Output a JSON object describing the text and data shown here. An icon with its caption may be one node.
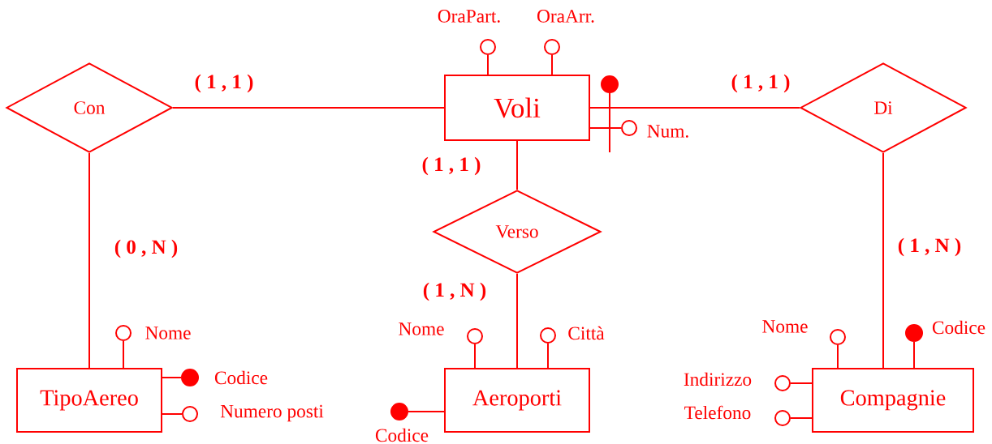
{
  "diagram": {
    "nodes": [
      {
        "text": [
          "Con"
        ]
      },
      {
        "text": [
          "Voli"
        ]
      },
      {
        "text": [
          "Di"
        ]
      },
      {
        "text": [
          "Verso"
        ]
      },
      {
        "text": [
          "TipoAereo"
        ]
      },
      {
        "text": [
          "Aeroporti"
        ]
      },
      {
        "text": [
          "Compagnie"
        ]
      },
      {
        "text": [],
        "shape": "circle",
        "beside": [
          "OraPart."
        ]
      },
      {
        "text": [],
        "shape": "circle",
        "beside": [
          "OraArr."
        ]
      },
      {
        "text": [],
        "shape": "dot"
      },
      {
        "text": [],
        "shape": "circle",
        "beside": [
          "Num."
        ]
      },
      {
        "text": [],
        "shape": "circle",
        "beside": [
          "Nome"
        ]
      },
      {
        "text": [],
        "shape": "dot",
        "beside": [
          "Codice"
        ]
      },
      {
        "text": [],
        "shape": "circle",
        "beside": [
          "Numero posti"
        ]
      },
      {
        "text": [],
        "shape": "circle",
        "beside": [
          "Nome"
        ]
      },
      {
        "text": [],
        "shape": "circle",
        "beside": [
          "Città"
        ]
      },
      {
        "text": [],
        "shape": "dot",
        "beside": [
          "Codice"
        ]
      },
      {
        "text": [],
        "shape": "circle",
        "beside": [
          "Nome"
        ]
      },
      {
        "text": [],
        "shape": "dot",
        "beside": [
          "Codice"
        ]
      },
      {
        "text": [],
        "shape": "circle",
        "beside": [
          "Indirizzo"
        ]
      },
      {
        "text": [],
        "shape": "circle",
        "beside": [
          "Telefono"
        ]
      }
    ],
    "edges": [
      {
        "from": 0,
        "to": 1,
        "arrow": "none",
        "label": "( 1 , 1 )"
      },
      {
        "from": 0,
        "to": 4,
        "arrow": "none",
        "label": "( 0 , N )"
      },
      {
        "from": 1,
        "to": 2,
        "arrow": "none",
        "label": "( 1 , 1 )"
      },
      {
        "from": 1,
        "to": 3,
        "arrow": "none",
        "label": "( 1 , 1 )"
      },
      {
        "from": 3,
        "to": 5,
        "arrow": "none",
        "label": "( 1 , N )"
      },
      {
        "from": 2,
        "to": 6,
        "arrow": "none",
        "label": "( 1 , N )"
      },
      {
        "from": 1,
        "to": 7,
        "arrow": "none"
      },
      {
        "from": 1,
        "to": 8,
        "arrow": "none"
      },
      {
        "from": 1,
        "to": 10,
        "arrow": "none"
      },
      {
        "from": 4,
        "to": 11,
        "arrow": "none"
      },
      {
        "from": 4,
        "to": 12,
        "arrow": "none"
      },
      {
        "from": 4,
        "to": 13,
        "arrow": "none"
      },
      {
        "from": 5,
        "to": 14,
        "arrow": "none"
      },
      {
        "from": 5,
        "to": 15,
        "arrow": "none"
      },
      {
        "from": 5,
        "to": 16,
        "arrow": "none"
      },
      {
        "from": 6,
        "to": 17,
        "arrow": "none"
      },
      {
        "from": 6,
        "to": 18,
        "arrow": "none"
      },
      {
        "from": 6,
        "to": 19,
        "arrow": "none"
      },
      {
        "from": 6,
        "to": 20,
        "arrow": "none"
      }
    ]
  }
}
